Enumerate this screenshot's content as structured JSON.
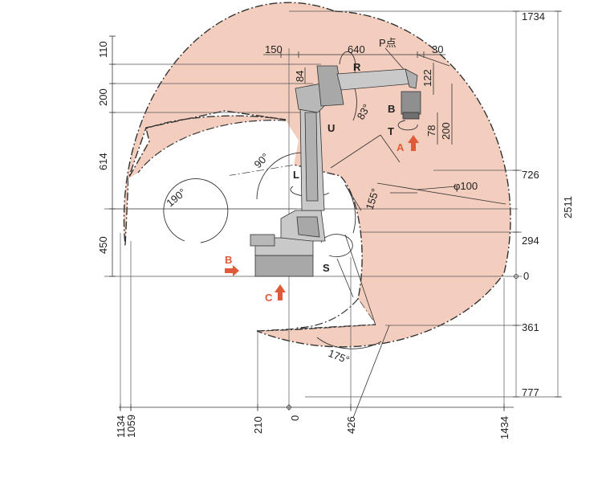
{
  "colors": {
    "envelope": "#f3cdbd",
    "arrow_red": "#e05a3a",
    "robot_light": "#c9c9c9",
    "robot_mid": "#a8a8a8",
    "robot_dark": "#6f6f6f"
  },
  "top_dims": {
    "d150": "150",
    "d640": "640",
    "p_point": "P点",
    "d30": "30"
  },
  "left_dims": {
    "d110": "110",
    "d200": "200",
    "d614": "614",
    "d450": "450"
  },
  "inner_dims": {
    "d84": "84",
    "d122": "122",
    "d78": "78",
    "d200b": "200",
    "phi100": "φ100"
  },
  "right_dims": {
    "d1734": "1734",
    "d726": "726",
    "d294": "294",
    "d0": "0",
    "d361": "361",
    "d777": "777",
    "d2511": "2511"
  },
  "bottom_dims": {
    "d1134": "1134",
    "d1059": "1059",
    "d210": "210",
    "d0b": "0",
    "d426": "426",
    "d1434": "1434"
  },
  "angles": {
    "a83": "83°",
    "a90": "90°",
    "a190": "190°",
    "a155": "155°",
    "a175": "175°"
  },
  "axis_labels": {
    "R": "R",
    "U": "U",
    "B": "B",
    "T": "T",
    "L": "L",
    "S": "S"
  },
  "view_labels": {
    "A": "A",
    "B": "B",
    "C": "C"
  }
}
